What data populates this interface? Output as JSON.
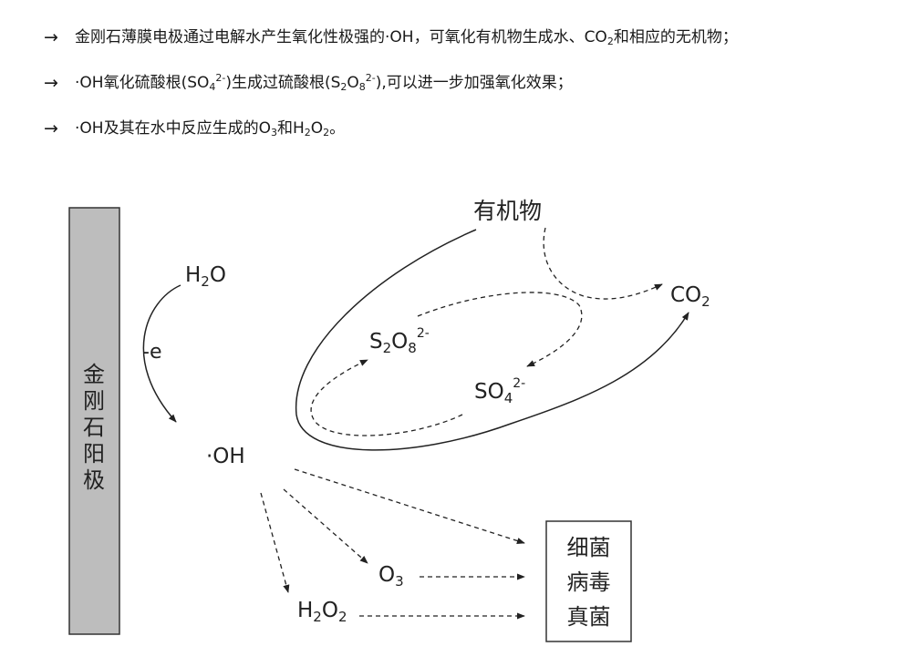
{
  "bullets": [
    {
      "arrow": "→",
      "parts": [
        "金刚石薄膜电极通过电解水产生氧化性极强的·OH，可氧化有机物生成水、CO",
        "2",
        "和相应的无机物；"
      ]
    },
    {
      "arrow": "→",
      "parts": [
        "·OH氧化硫酸根(SO",
        "4",
        "2-",
        ")生成过硫酸根(S",
        "2",
        "O",
        "8",
        "2-",
        "),可以进一步加强氧化效果；"
      ]
    },
    {
      "arrow": "→",
      "parts": [
        "·OH及其在水中反应生成的O",
        "3",
        "和H",
        "2",
        "O",
        "2",
        "。"
      ]
    }
  ],
  "diagram": {
    "electrode_label": [
      "金",
      "刚",
      "石",
      "阳",
      "极"
    ],
    "h2o": {
      "main": "H",
      "sub": "2",
      "tail": "O"
    },
    "minus_e": "-e",
    "oh": "·OH",
    "organic": "有机物",
    "co2": {
      "main": "CO",
      "sub": "2"
    },
    "s2o8": {
      "a": "S",
      "a_sub": "2",
      "b": "O",
      "b_sub": "8",
      "sup": "2-"
    },
    "so4": {
      "a": "SO",
      "a_sub": "4",
      "sup": "2-"
    },
    "o3": {
      "main": "O",
      "sub": "3"
    },
    "h2o2": {
      "a": "H",
      "a_sub": "2",
      "b": "O",
      "b_sub": "2"
    },
    "targets": [
      "细菌",
      "病毒",
      "真菌"
    ]
  },
  "colors": {
    "electrode_fill": "#bdbdbd",
    "line": "#222222"
  }
}
